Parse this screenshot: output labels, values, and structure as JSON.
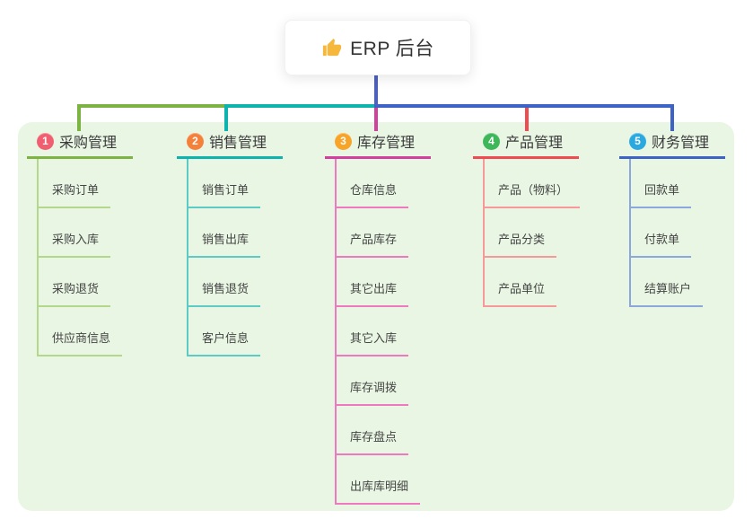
{
  "root": {
    "title": "ERP 后台",
    "icon": "thumbs-up-icon",
    "connector_color": "#4a5fc7"
  },
  "panel": {
    "bg": "#e9f6e4"
  },
  "branches": [
    {
      "num": "1",
      "label": "采购管理",
      "badge_color": "#f15e70",
      "line_color": "#7cb342",
      "item_line_color": "#b3d88c",
      "items": [
        "采购订单",
        "采购入库",
        "采购退货",
        "供应商信息"
      ]
    },
    {
      "num": "2",
      "label": "销售管理",
      "badge_color": "#f5803a",
      "line_color": "#0db3ad",
      "item_line_color": "#5ecac5",
      "items": [
        "销售订单",
        "销售出库",
        "销售退货",
        "客户信息"
      ]
    },
    {
      "num": "3",
      "label": "库存管理",
      "badge_color": "#f7a428",
      "line_color": "#d33f9f",
      "item_line_color": "#ee79c0",
      "items": [
        "仓库信息",
        "产品库存",
        "其它出库",
        "其它入库",
        "库存调拨",
        "库存盘点",
        "出库库明细"
      ]
    },
    {
      "num": "4",
      "label": "产品管理",
      "badge_color": "#3db75a",
      "line_color": "#f04b50",
      "item_line_color": "#f7989b",
      "items": [
        "产品（物料）",
        "产品分类",
        "产品单位"
      ]
    },
    {
      "num": "5",
      "label": "财务管理",
      "badge_color": "#29a9df",
      "line_color": "#3e63c6",
      "item_line_color": "#8ba8de",
      "items": [
        "回款单",
        "付款单",
        "结算账户"
      ]
    }
  ]
}
